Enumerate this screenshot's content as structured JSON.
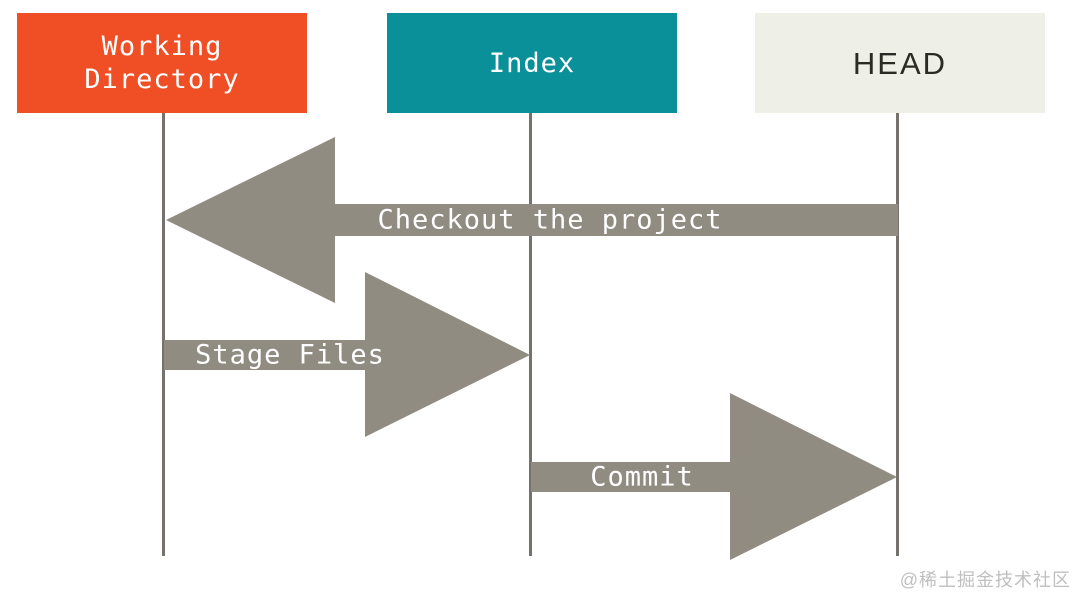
{
  "diagram": {
    "boxes": [
      {
        "id": "working-directory",
        "label": "Working Directory",
        "color": "#F04E25",
        "text_color": "#FFFFFF"
      },
      {
        "id": "index",
        "label": "Index",
        "color": "#0A9099",
        "text_color": "#FFFFFF"
      },
      {
        "id": "head",
        "label": "HEAD",
        "color": "#EEEFE7",
        "text_color": "#2B2A24"
      }
    ],
    "arrows": [
      {
        "label": "Checkout the project",
        "from": "HEAD",
        "to": "Working Directory",
        "direction": "left"
      },
      {
        "label": "Stage Files",
        "from": "Working Directory",
        "to": "Index",
        "direction": "right"
      },
      {
        "label": "Commit",
        "from": "Index",
        "to": "HEAD",
        "direction": "right"
      }
    ],
    "arrow_color": "#918C82",
    "lifeline_color": "#75716C",
    "background_color": "#FFFFFF"
  },
  "watermark": "@稀土掘金技术社区"
}
